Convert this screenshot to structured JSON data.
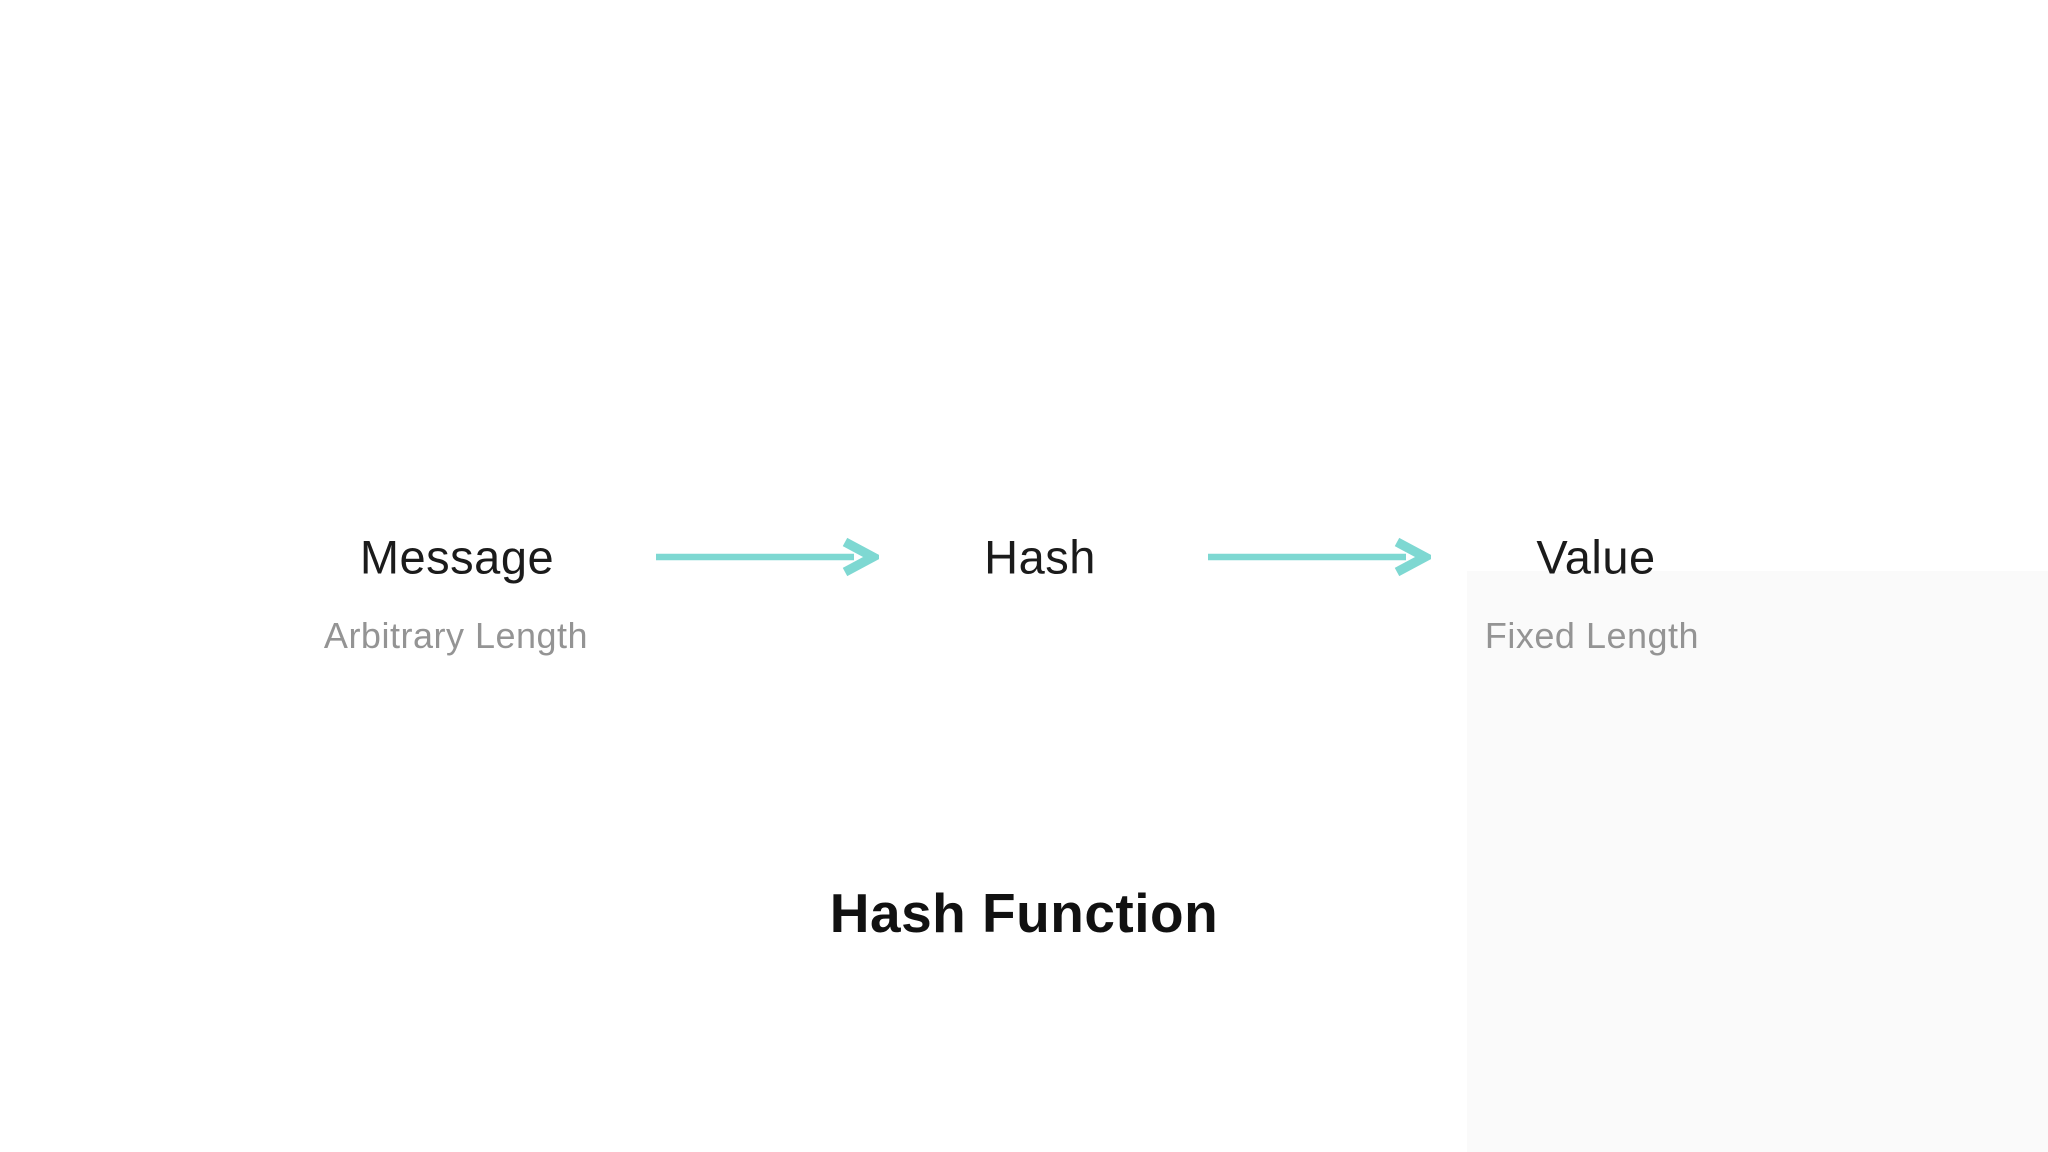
{
  "diagram": {
    "title": "Hash Function",
    "nodes": [
      {
        "label": "Message",
        "sublabel": "Arbitrary Length"
      },
      {
        "label": "Hash",
        "sublabel": ""
      },
      {
        "label": "Value",
        "sublabel": "Fixed Length"
      }
    ],
    "arrows": [
      {
        "from": "Message",
        "to": "Hash"
      },
      {
        "from": "Hash",
        "to": "Value"
      }
    ],
    "colors": {
      "arrow": "#7ed8d2",
      "label": "#1b1b1b",
      "sublabel": "#949494",
      "title": "#111111",
      "background": "#ffffff",
      "panel_tint": "#fafafa"
    }
  }
}
